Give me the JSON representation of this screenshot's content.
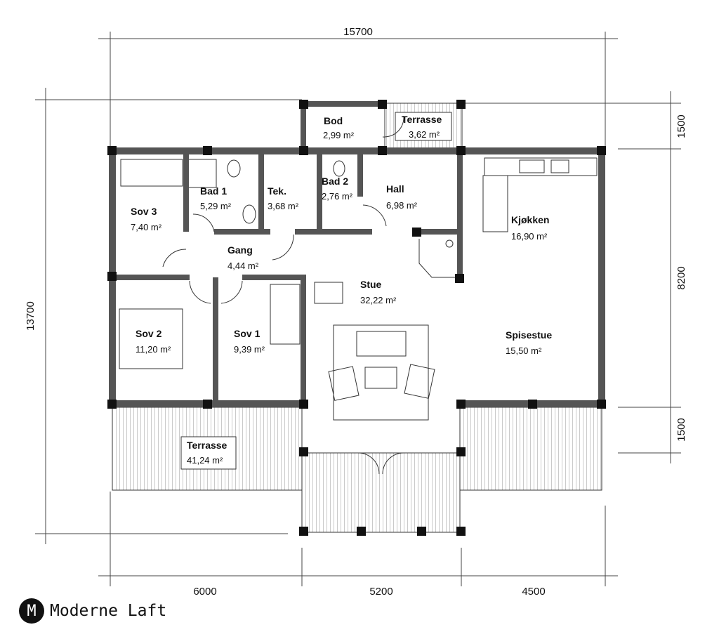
{
  "brand": {
    "name": "Moderne Laft",
    "mark": "M"
  },
  "dimensions": {
    "total_width": "15700",
    "total_depth": "13700",
    "right": [
      "1500",
      "8200",
      "1500"
    ],
    "bottom": [
      "6000",
      "5200",
      "4500"
    ]
  },
  "rooms": [
    {
      "name": "Bod",
      "area": "2,99 m²"
    },
    {
      "name": "Terrasse",
      "area": "3,62 m²"
    },
    {
      "name": "Bad 1",
      "area": "5,29 m²"
    },
    {
      "name": "Tek.",
      "area": "3,68 m²"
    },
    {
      "name": "Bad 2",
      "area": "2,76 m²"
    },
    {
      "name": "Hall",
      "area": "6,98 m²"
    },
    {
      "name": "Sov 3",
      "area": "7,40 m²"
    },
    {
      "name": "Gang",
      "area": "4,44 m²"
    },
    {
      "name": "Kjøkken",
      "area": "16,90 m²"
    },
    {
      "name": "Stue",
      "area": "32,22 m²"
    },
    {
      "name": "Sov 2",
      "area": "11,20 m²"
    },
    {
      "name": "Sov 1",
      "area": "9,39 m²"
    },
    {
      "name": "Spisestue",
      "area": "15,50 m²"
    },
    {
      "name": "Terrasse",
      "area": "41,24 m²"
    }
  ],
  "colors": {
    "wall": "#555555",
    "post": "#111111",
    "line": "#333333"
  }
}
